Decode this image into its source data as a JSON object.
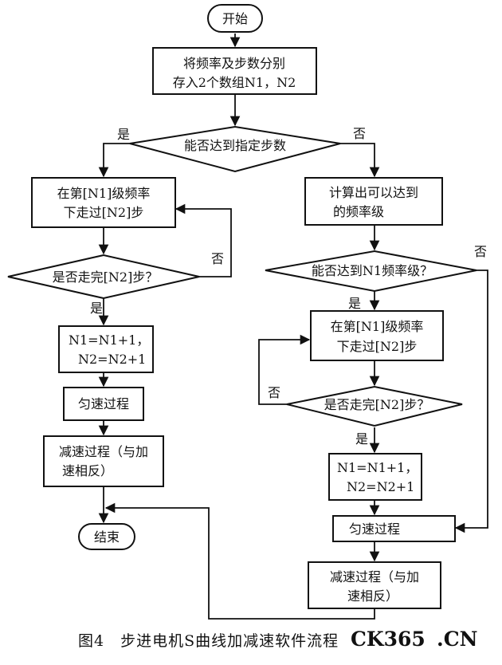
{
  "nodes": {
    "start": "开始",
    "store": [
      "将频率及步数分别",
      "存入2个数组N1，N2"
    ],
    "decide_reach": "能否达到指定步数",
    "run_left": [
      "在第[N1]级频率",
      "下走过[N2]步"
    ],
    "decide_left": "是否走完[N2]步？",
    "inc_left": [
      "N1=N1+1，",
      "N2=N2+1"
    ],
    "uniform_left": "匀速过程",
    "decel_left": [
      "减速过程（与加",
      "速相反）"
    ],
    "end": "结束",
    "calc_right": [
      "计算出可以达到",
      "的频率级"
    ],
    "decide_n1": "能否达到N1频率级？",
    "run_right": [
      "在第[N1]级频率",
      "下走过[N2]步"
    ],
    "decide_right": "是否走完[N2]步？",
    "inc_right": [
      "N1=N1+1，",
      "N2=N2+1"
    ],
    "uniform_right": "匀速过程",
    "decel_right": [
      "减速过程（与加",
      "速相反）"
    ]
  },
  "labels": {
    "yes": "是",
    "no": "否"
  },
  "caption": "图4　步进电机S曲线加减速软件流程",
  "watermark": {
    "ck": "CK365",
    "cn": ".CN",
    "ck_color": "#9aa9b8",
    "cn_color": "#d84420"
  }
}
